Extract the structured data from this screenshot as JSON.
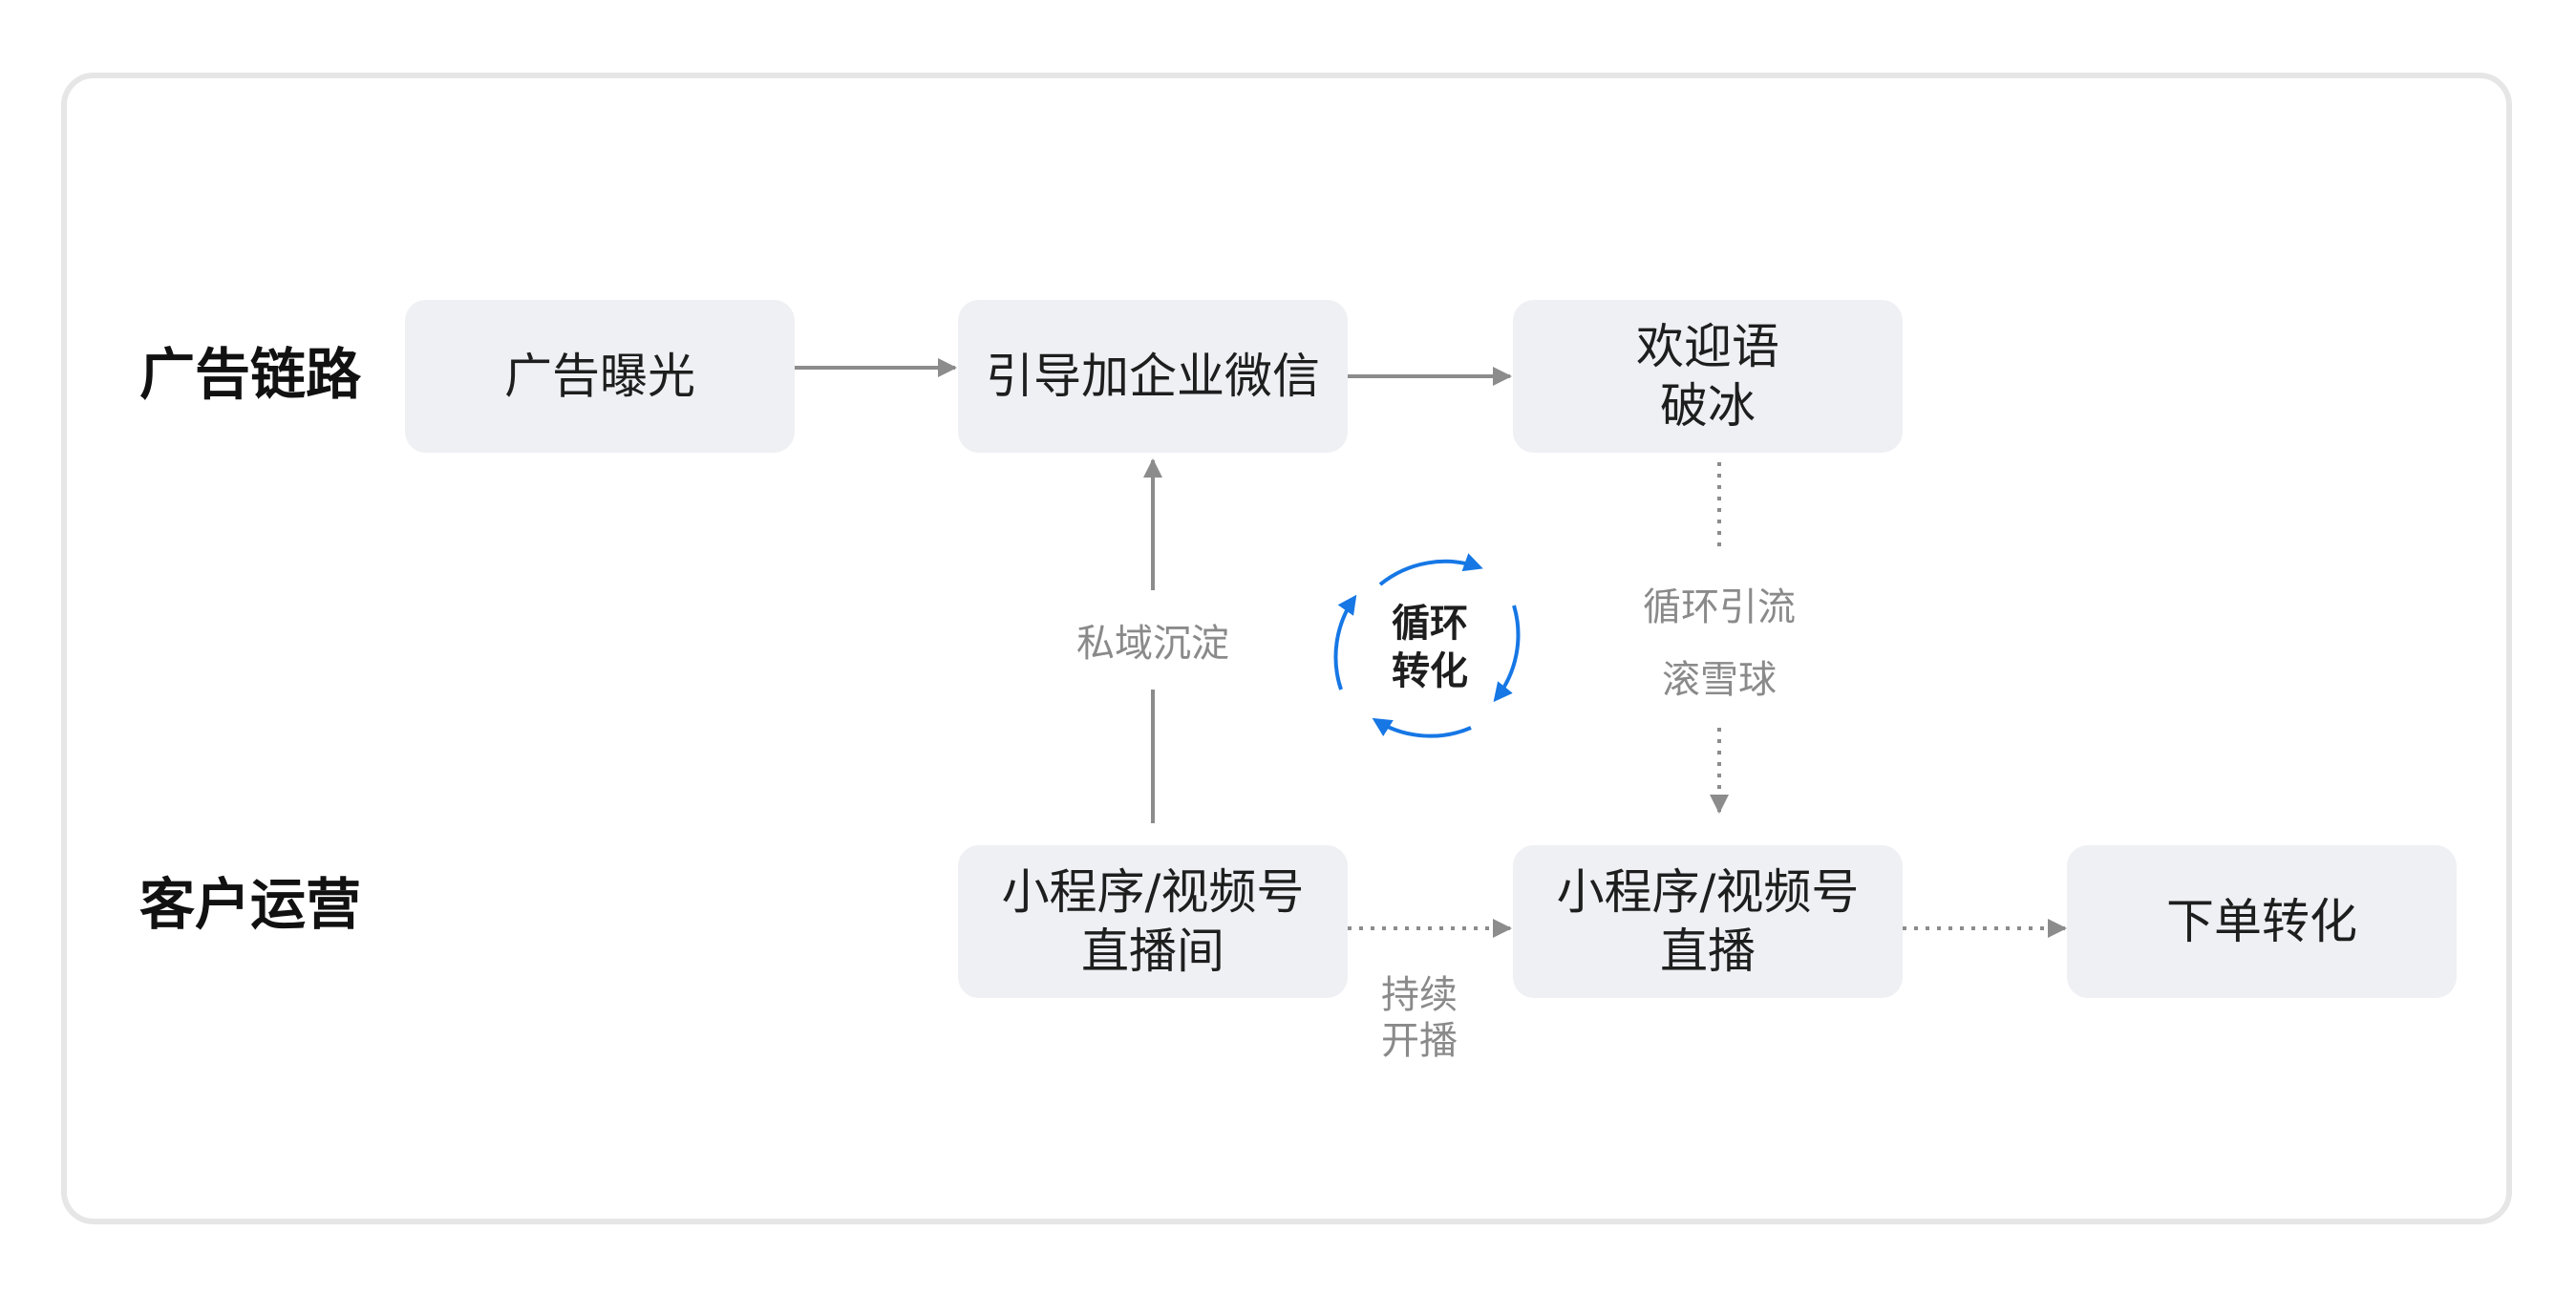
{
  "rows": {
    "ad_chain": "广告链路",
    "customer_ops": "客户运营"
  },
  "nodes": {
    "ad_exposure": [
      "广告曝光"
    ],
    "add_wecom": [
      "引导加企业微信"
    ],
    "welcome": [
      "欢迎语",
      "破冰"
    ],
    "live_room": [
      "小程序/视频号",
      "直播间"
    ],
    "live": [
      "小程序/视频号",
      "直播"
    ],
    "order": [
      "下单转化"
    ]
  },
  "labels": {
    "private_domain": "私域沉淀",
    "loop_traffic": "循环引流",
    "snowball": "滚雪球",
    "keep_streaming": [
      "持续",
      "开播"
    ]
  },
  "center": [
    "循环",
    "转化"
  ],
  "colors": {
    "box_fill": "#eff0f4",
    "arrow_gray": "#8c8c8c",
    "loop_blue": "#1677e5"
  }
}
